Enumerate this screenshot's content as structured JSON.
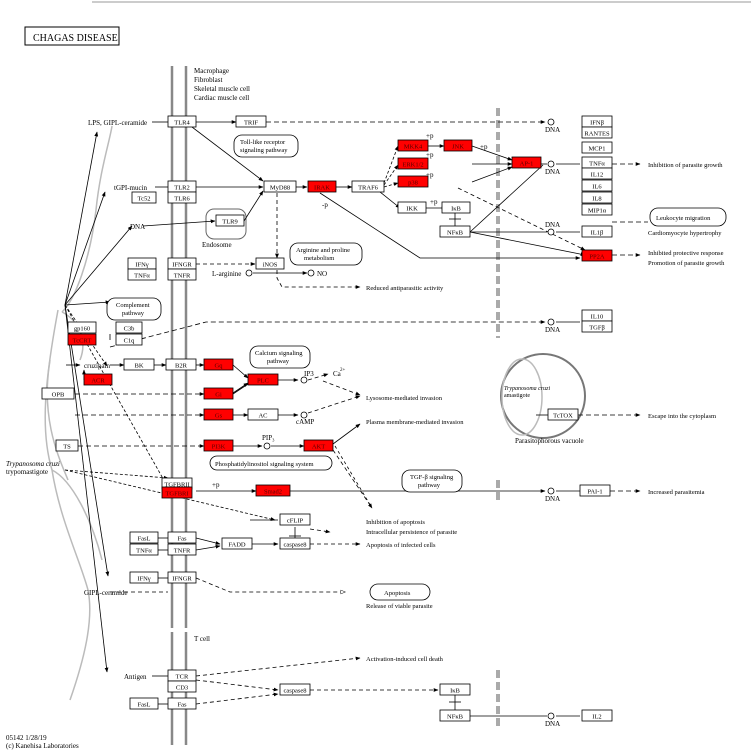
{
  "title": "CHAGAS DISEASE",
  "footer": {
    "id_date": "05142 1/28/19",
    "copyright": "(c) Kanehisa Laboratories"
  },
  "colors": {
    "highlight": "#ff0000",
    "node_border": "#000000",
    "membrane": "#888888",
    "pale_red": "#f5a0a0"
  },
  "texts": {
    "host_cells": [
      "Macrophage",
      "Fibroblast",
      "Skeletal muscle cell",
      "Cardiac muscle cell"
    ],
    "tcell": "T cell",
    "parasite": [
      "Trypanosoma cruzi",
      "trypomastigote"
    ],
    "amastigote": [
      "Trypanosoma cruzi",
      "amastigote"
    ],
    "vacuole": "Parasitophorous vacuole",
    "endosome": "Endosome",
    "lps": "LPS, GIPL-ceramide",
    "tgpi": "tGPI-mucin",
    "dna_left": "DNA",
    "gipl": "GIPL-ceramide",
    "antigen": "Antigen",
    "larg": "L-arginine",
    "no": "NO",
    "cruzipain": "cruzipain",
    "ip3": "IP3",
    "ca": "Ca",
    "ca_sup": "2+",
    "camp": "cAMP",
    "pip3": "PIP₃",
    "p_plus": "+p",
    "p_minus": "-p",
    "dna": "DNA"
  },
  "pathways": {
    "tlr": [
      "Toll-like receptor",
      "signaling pathway"
    ],
    "arg": [
      "Arginine and proline",
      "metabolism"
    ],
    "complement": [
      "Complement",
      "pathway"
    ],
    "calcium": [
      "Calcium signaling",
      "pathway"
    ],
    "pi": "Phosphatidylinositol signaling system",
    "tgfb": [
      "TGF-β signaling",
      "pathway"
    ],
    "leuk": "Leukocyte migration",
    "apoptosis": "Apoptosis"
  },
  "outcomes": {
    "inhib_growth": "Inhibition of parasite growth",
    "cardio": "Cardiomyocyte hypertrophy",
    "inhib_prot": "Inhibited protective response",
    "promo_growth": "Promotion of parasite growth",
    "reduced": "Reduced antiparasitic activity",
    "lyso": "Lysosome-mediated invasion",
    "plasma": "Plasma membrane-mediated invasion",
    "escape": "Escape into the cytoplasm",
    "parasitemia": "Increased parasitemia",
    "inhib_apop": "Inhibition of apoptosis",
    "intracell": "Intracellular persistence of parasite",
    "apop_inf": "Apoptosis of infected cells",
    "visible": "Release of viable parasite",
    "aicd": "Activation-induced cell death"
  },
  "nodes": {
    "tlr4": "TLR4",
    "trif": "TRIF",
    "tlr2": "TLR2",
    "tlr6": "TLR6",
    "tc52": "Tc52",
    "tlr9": "TLR9",
    "myd88": "MyD88",
    "irak": "IRAK",
    "traf6": "TRAF6",
    "mkk4": "MKK4",
    "erk": "ERK1/2",
    "p38": "p38",
    "jnk": "JNK",
    "ap1": "AP-1",
    "ikk": "IKK",
    "ikb": "IκB",
    "nfkb": "NFκB",
    "ifng_l": "IFNγ",
    "ifngr": "IFNGR",
    "tnfa_l": "TNFα",
    "tnfr": "TNFR",
    "inos": "iNOS",
    "pp2a": "PP2A",
    "gp160": "gp160",
    "c3b": "C3b",
    "tcrt": "TcCRT",
    "c1q": "C1q",
    "bk": "BK",
    "b2r": "B2R",
    "gq": "Gq",
    "plc": "PLC",
    "acr": "ACR",
    "opb": "OPB",
    "gi": "Gi",
    "gs": "Gs",
    "ac": "AC",
    "ts": "TS",
    "pi3k": "PI3K",
    "akt": "AKT",
    "tgfbri": "TGFBRII",
    "tgfbrii": "TGFBRI",
    "smad2": "Smad2",
    "pai1": "PAI-1",
    "tctox": "TcTOX",
    "cflip": "cFLIP",
    "fasl": "FasL",
    "fas": "Fas",
    "fadd": "FADD",
    "caspase8": "caspase8",
    "tnfa_l2": "TNFα",
    "tnfr2": "TNFR",
    "ifng_l2": "IFNγ",
    "ifngr2": "IFNGR",
    "tcr": "TCR",
    "cd3": "CD3",
    "caspase8b": "caspase8",
    "fasl2": "FasL",
    "fas2": "Fas",
    "ikb2": "IκB",
    "nfkb2": "NFκB",
    "ifnb": "IFNβ",
    "rantes": "RANTES",
    "mcp1": "MCP1",
    "tnfa_o": "TNFα",
    "il12": "IL12",
    "il6": "IL6",
    "il8": "IL8",
    "mip1a": "MIP1α",
    "il1b": "IL1β",
    "il10": "IL10",
    "tgfb": "TGFβ",
    "il2": "IL2"
  }
}
